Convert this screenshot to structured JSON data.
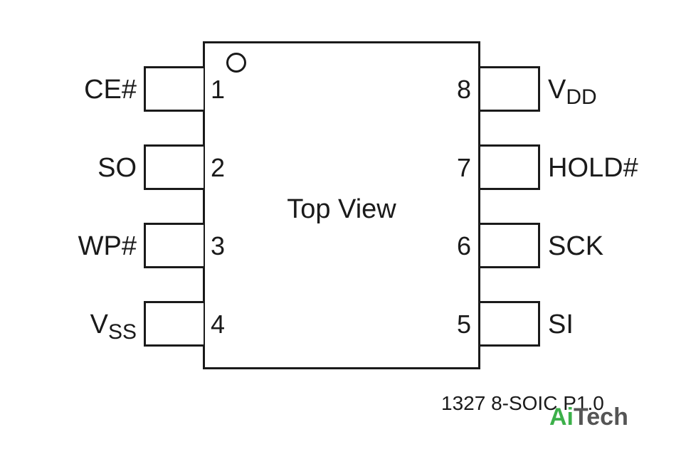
{
  "diagram": {
    "center_label": "Top View",
    "caption": "1327 8-SOIC P1.0",
    "left_pins": [
      {
        "number": "1",
        "name": "CE#",
        "sub": ""
      },
      {
        "number": "2",
        "name": "SO",
        "sub": ""
      },
      {
        "number": "3",
        "name": "WP#",
        "sub": ""
      },
      {
        "number": "4",
        "name": "V",
        "sub": "SS"
      }
    ],
    "right_pins": [
      {
        "number": "8",
        "name": "V",
        "sub": "DD"
      },
      {
        "number": "7",
        "name": "HOLD#",
        "sub": ""
      },
      {
        "number": "6",
        "name": "SCK",
        "sub": ""
      },
      {
        "number": "5",
        "name": "SI",
        "sub": ""
      }
    ]
  },
  "watermark": {
    "part1": "Ai",
    "part2": "Tech",
    "color1": "#3cb04a",
    "color2": "#555555"
  }
}
